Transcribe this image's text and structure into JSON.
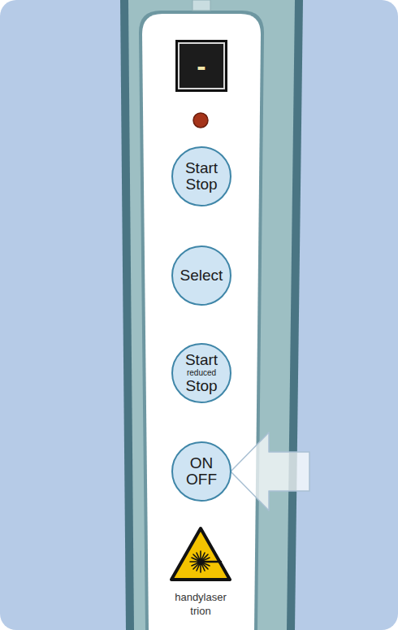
{
  "diagram": {
    "nodes": [
      {
        "text": [
          "-"
        ]
      },
      {
        "text": [
          "Start Stop"
        ]
      },
      {
        "text": [
          "Select"
        ]
      },
      {
        "text": [
          "Start reduced Stop"
        ]
      },
      {
        "text": [
          "ON OFF"
        ]
      }
    ],
    "labels": [
      "handylaser trion"
    ]
  }
}
